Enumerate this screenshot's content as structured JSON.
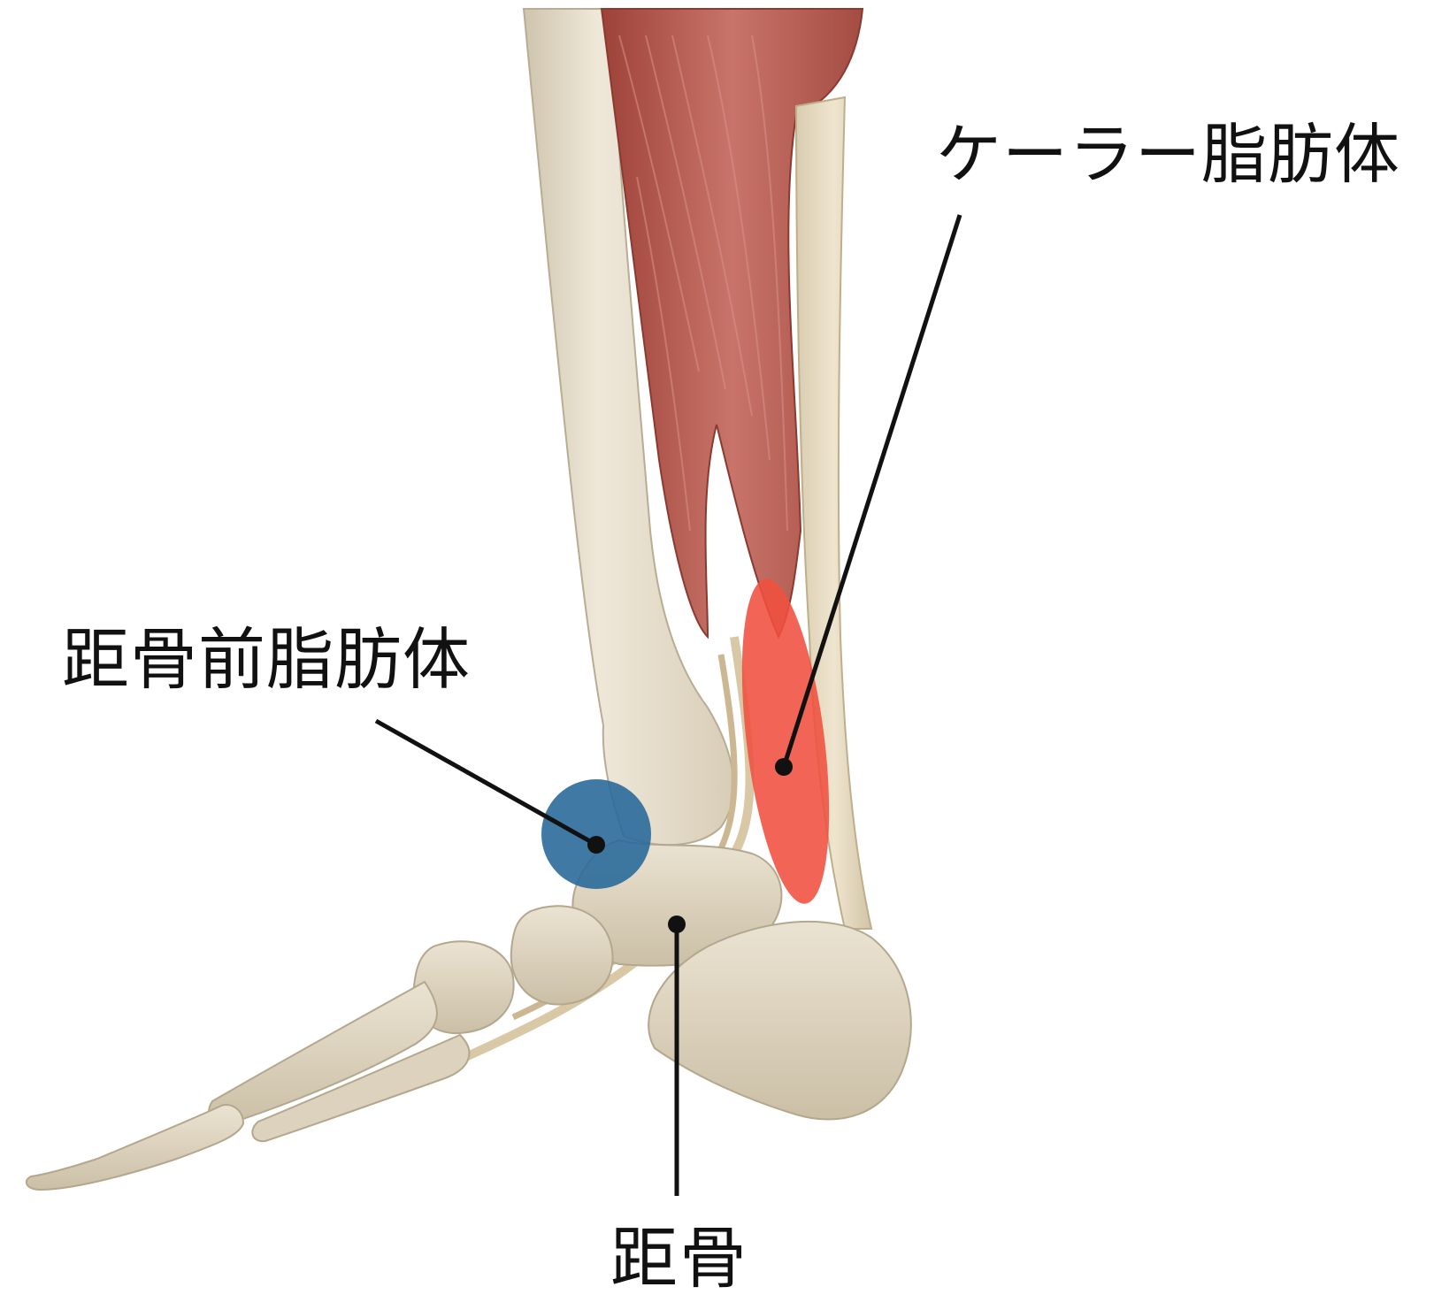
{
  "labels": {
    "kager_fat_pad": "ケーラー脂肪体",
    "pretalar_fat_pad": "距骨前脂肪体",
    "talus": "距骨"
  },
  "colors": {
    "kager_highlight": "#f0503f",
    "pretalar_highlight": "#2a6a9a",
    "leader_line": "#111111",
    "bone": "#e3d9c6",
    "muscle": "#b5584c",
    "background": "#ffffff"
  }
}
